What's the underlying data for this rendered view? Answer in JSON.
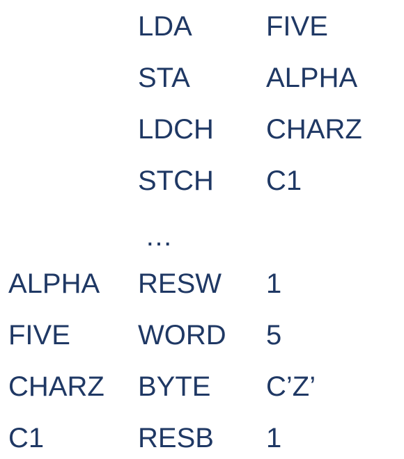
{
  "listing": {
    "code_lines": [
      {
        "label": "",
        "opcode": "LDA",
        "operand": "FIVE"
      },
      {
        "label": "",
        "opcode": "STA",
        "operand": "ALPHA"
      },
      {
        "label": "",
        "opcode": "LDCH",
        "operand": "CHARZ"
      },
      {
        "label": "",
        "opcode": "STCH",
        "operand": "C1"
      }
    ],
    "ellipsis": "…",
    "data_lines": [
      {
        "label": "ALPHA",
        "opcode": "RESW",
        "operand": "1"
      },
      {
        "label": "FIVE",
        "opcode": "WORD",
        "operand": "5"
      },
      {
        "label": "CHARZ",
        "opcode": "BYTE",
        "operand": "C’Z’"
      },
      {
        "label": "C1",
        "opcode": "RESB",
        "operand": "1"
      }
    ]
  },
  "colors": {
    "text": "#1f3864",
    "background": "#ffffff"
  }
}
